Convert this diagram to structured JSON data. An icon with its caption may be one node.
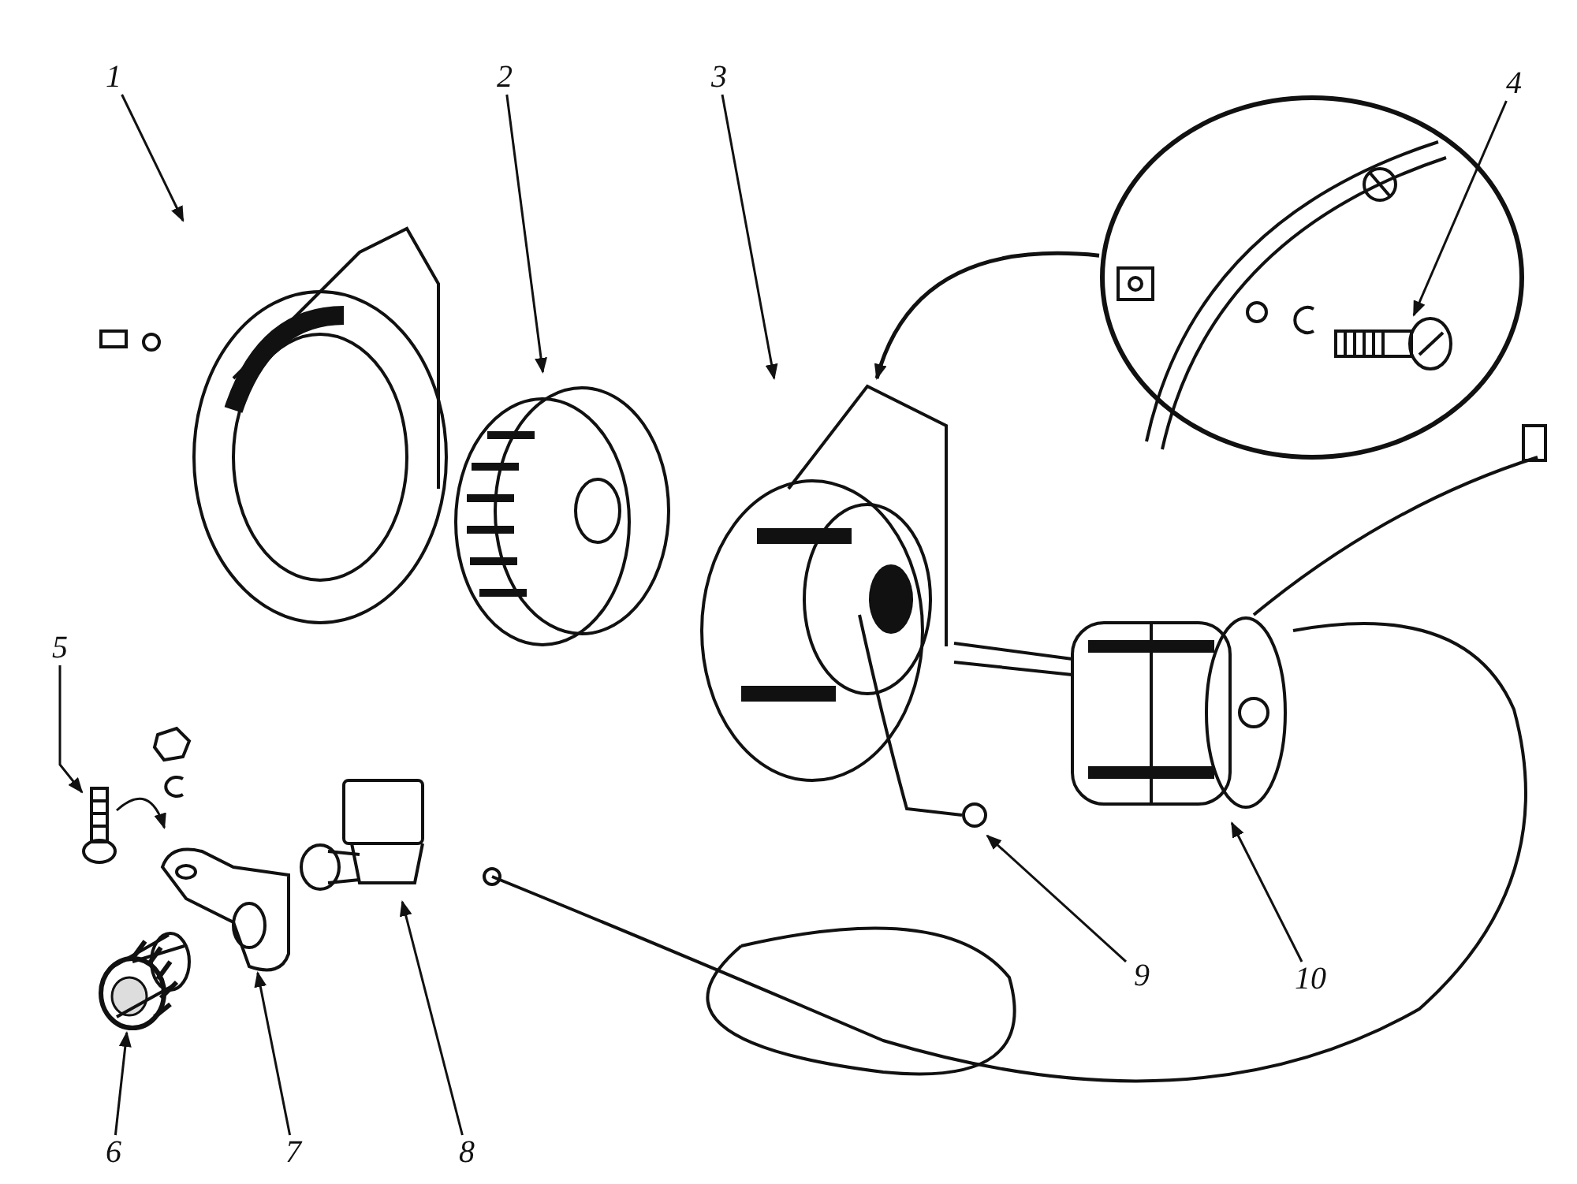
{
  "diagram": {
    "nodes": [
      {
        "text": [
          "1"
        ]
      },
      {
        "text": [
          "2"
        ]
      },
      {
        "text": [
          "3"
        ]
      },
      {
        "text": [
          "4"
        ]
      },
      {
        "text": [
          "5"
        ]
      },
      {
        "text": [
          "6"
        ]
      },
      {
        "text": [
          "7"
        ]
      },
      {
        "text": [
          "8"
        ]
      },
      {
        "text": [
          "9"
        ]
      },
      {
        "text": [
          "10"
        ]
      },
      {
        "text": [],
        "shape": "picture"
      },
      {
        "text": [],
        "shape": "picture"
      },
      {
        "text": [],
        "shape": "picture"
      },
      {
        "text": [],
        "shape": "circle"
      },
      {
        "text": [],
        "shape": "picture",
        "in": 13
      },
      {
        "text": [],
        "shape": "picture"
      },
      {
        "text": [],
        "shape": "picture"
      },
      {
        "text": [],
        "shape": "picture"
      },
      {
        "text": [],
        "shape": "picture"
      },
      {
        "text": [],
        "shape": "picture"
      },
      {
        "text": [],
        "shape": "picture"
      }
    ],
    "edges": [
      {
        "from": 0,
        "to": 10,
        "arrow": "to"
      },
      {
        "from": 1,
        "to": 11,
        "arrow": "to"
      },
      {
        "from": 2,
        "to": 12,
        "arrow": "to"
      },
      {
        "from": 3,
        "to": 14,
        "arrow": "to"
      },
      {
        "from": 4,
        "to": 15,
        "arrow": "to"
      },
      {
        "from": 5,
        "to": 16,
        "arrow": "to"
      },
      {
        "from": 6,
        "to": 17,
        "arrow": "to"
      },
      {
        "from": 7,
        "to": 18,
        "arrow": "to"
      },
      {
        "from": 8,
        "to": 19,
        "arrow": "to"
      },
      {
        "from": 9,
        "to": 20,
        "arrow": "to"
      },
      {
        "from": 13,
        "to": 12,
        "arrow": "to"
      },
      {
        "from": 15,
        "to": 17,
        "arrow": "to"
      }
    ]
  }
}
